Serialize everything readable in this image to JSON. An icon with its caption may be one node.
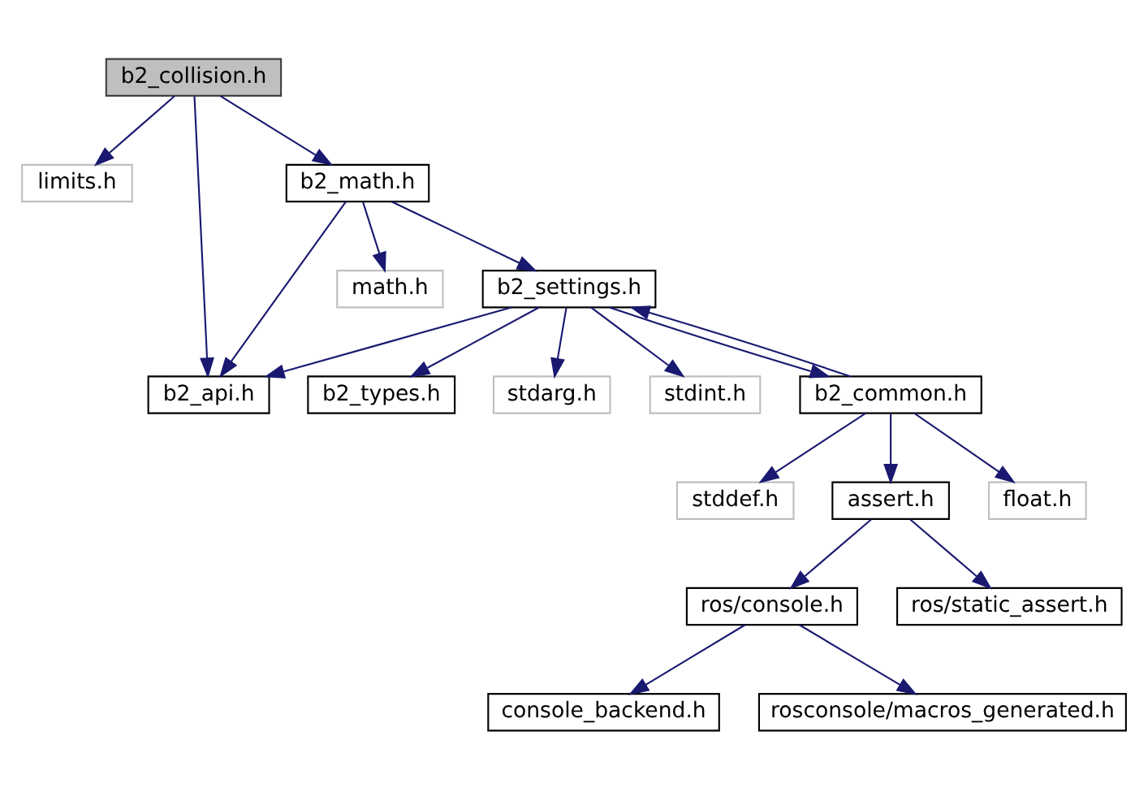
{
  "diagram": {
    "nodes": [
      {
        "text": [
          "b2_collision.h"
        ]
      },
      {
        "text": [
          "limits.h"
        ]
      },
      {
        "text": [
          "b2_math.h"
        ]
      },
      {
        "text": [
          "b2_api.h"
        ]
      },
      {
        "text": [
          "math.h"
        ]
      },
      {
        "text": [
          "b2_settings.h"
        ]
      },
      {
        "text": [
          "b2_types.h"
        ]
      },
      {
        "text": [
          "stdarg.h"
        ]
      },
      {
        "text": [
          "stdint.h"
        ]
      },
      {
        "text": [
          "b2_common.h"
        ]
      },
      {
        "text": [
          "stddef.h"
        ]
      },
      {
        "text": [
          "assert.h"
        ]
      },
      {
        "text": [
          "float.h"
        ]
      },
      {
        "text": [
          "ros/console.h"
        ]
      },
      {
        "text": [
          "ros/static_assert.h"
        ]
      },
      {
        "text": [
          "console_backend.h"
        ]
      },
      {
        "text": [
          "rosconsole/macros_generated.h"
        ]
      }
    ],
    "edges": [
      {
        "from": 0,
        "to": 1,
        "arrow": "to"
      },
      {
        "from": 0,
        "to": 3,
        "arrow": "to"
      },
      {
        "from": 0,
        "to": 2,
        "arrow": "to"
      },
      {
        "from": 2,
        "to": 3,
        "arrow": "to"
      },
      {
        "from": 2,
        "to": 4,
        "arrow": "to"
      },
      {
        "from": 2,
        "to": 5,
        "arrow": "to"
      },
      {
        "from": 5,
        "to": 3,
        "arrow": "to"
      },
      {
        "from": 5,
        "to": 6,
        "arrow": "to"
      },
      {
        "from": 5,
        "to": 7,
        "arrow": "to"
      },
      {
        "from": 5,
        "to": 8,
        "arrow": "to"
      },
      {
        "from": 5,
        "to": 9,
        "arrow": "to"
      },
      {
        "from": 9,
        "to": 5,
        "arrow": "to"
      },
      {
        "from": 9,
        "to": 10,
        "arrow": "to"
      },
      {
        "from": 9,
        "to": 11,
        "arrow": "to"
      },
      {
        "from": 9,
        "to": 12,
        "arrow": "to"
      },
      {
        "from": 11,
        "to": 13,
        "arrow": "to"
      },
      {
        "from": 11,
        "to": 14,
        "arrow": "to"
      },
      {
        "from": 13,
        "to": 15,
        "arrow": "to"
      },
      {
        "from": 13,
        "to": 16,
        "arrow": "to"
      }
    ]
  }
}
